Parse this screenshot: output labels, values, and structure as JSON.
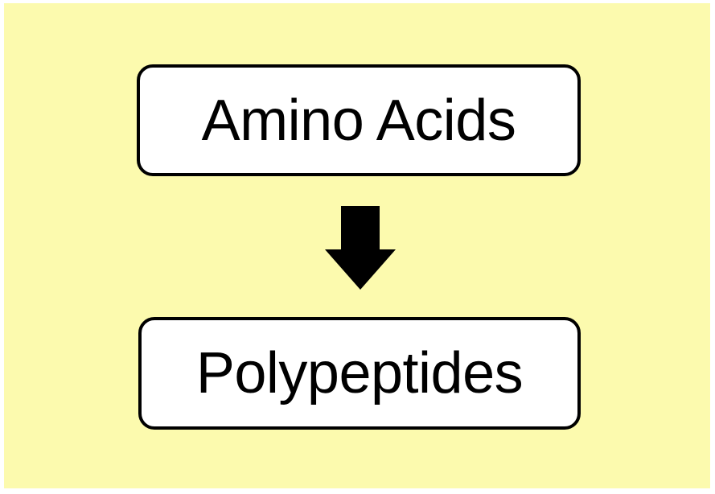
{
  "slide": {
    "background_color": "#fcfaae",
    "page_color": "#ffffff"
  },
  "diagram": {
    "type": "flowchart",
    "orientation": "vertical",
    "node_fill_color": "#ffffff",
    "node_border_color": "#000000",
    "arrow_color": "#000000",
    "nodes": [
      {
        "id": "amino-acids",
        "label": "Amino Acids",
        "shape": "rounded-rectangle"
      },
      {
        "id": "polypeptides",
        "label": "Polypeptides",
        "shape": "rounded-rectangle"
      }
    ],
    "connectors": [
      {
        "id": "amino-acids-to-polypeptides",
        "icon": "down-arrow-icon",
        "from": "amino-acids",
        "to": "polypeptides",
        "style": "solid-block-arrow",
        "direction": "down"
      }
    ]
  }
}
